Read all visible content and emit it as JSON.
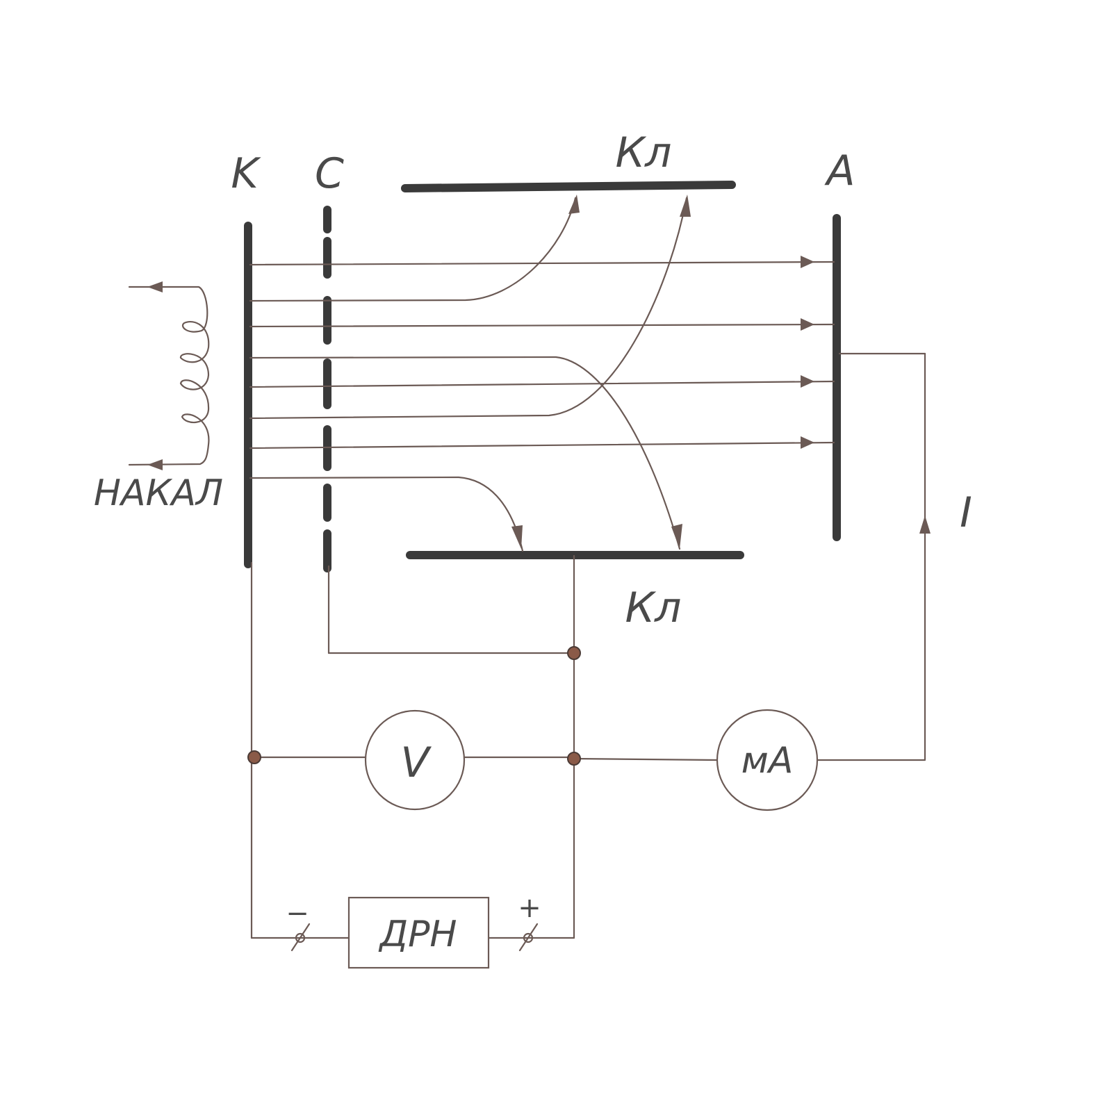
{
  "labels": {
    "cathode": "K",
    "grid": "C",
    "collector_top": "Кл",
    "collector_bottom": "Кл",
    "anode": "A",
    "heater": "НАКАЛ",
    "current": "I",
    "voltmeter": "V",
    "milliammeter": "мА",
    "power_supply": "ДРН",
    "minus": "−",
    "plus": "+"
  }
}
